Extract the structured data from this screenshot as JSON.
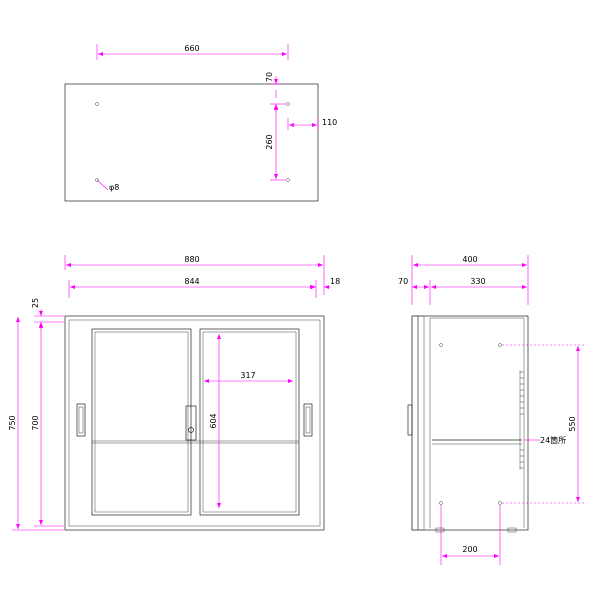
{
  "top_view": {
    "width": "660",
    "hole_offset_top": "70",
    "hole_spacing": "260",
    "hole_offset_side": "110",
    "hole_diameter": "φ8"
  },
  "front_view": {
    "overall_width": "880",
    "inner_width": "844",
    "side_thickness": "18",
    "top_thickness": "25",
    "overall_height": "750",
    "inner_height": "700",
    "door_width": "317",
    "door_height": "604"
  },
  "side_view": {
    "depth": "400",
    "front_offset": "70",
    "inner_depth": "330",
    "shelf_span": "550",
    "shelf_note": "24箇所",
    "bottom_span": "200"
  }
}
